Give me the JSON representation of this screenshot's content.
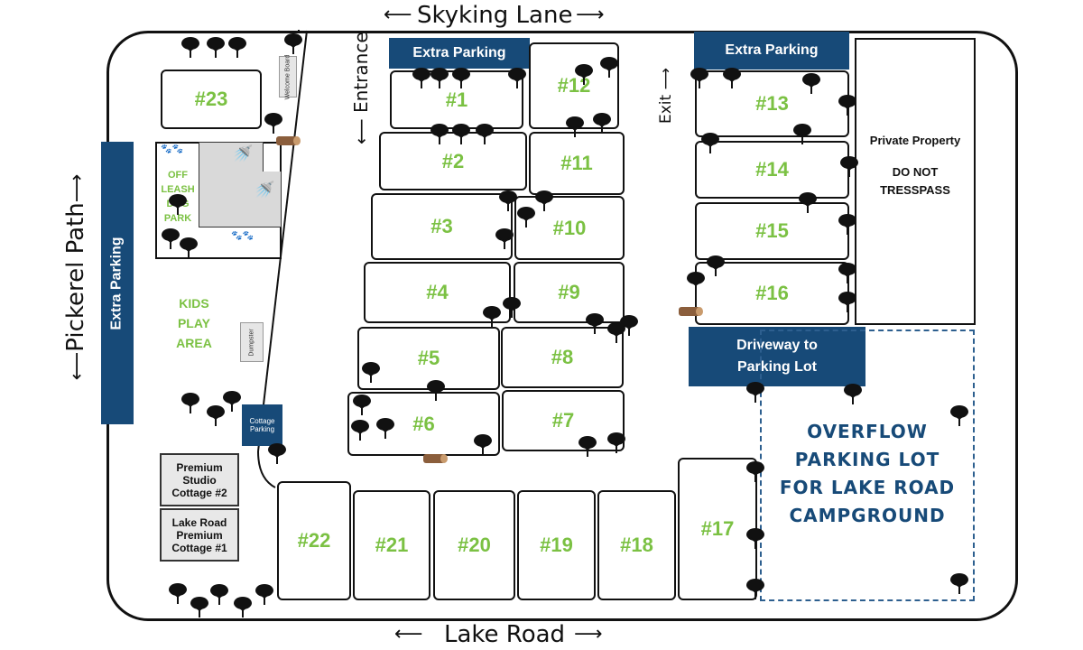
{
  "roads": {
    "top": "Skyking Lane",
    "bottom": "Lake Road",
    "left": "Pickerel Path",
    "entrance": "Entrance",
    "exit": "Exit"
  },
  "banners": {
    "extra_parking_left": "Extra Parking",
    "extra_parking_top_center": "Extra Parking",
    "extra_parking_top_right": "Extra Parking",
    "driveway": "Driveway to Parking Lot",
    "cottage_parking": "Cottage Parking"
  },
  "sites": [
    "#1",
    "#2",
    "#3",
    "#4",
    "#5",
    "#6",
    "#7",
    "#8",
    "#9",
    "#10",
    "#11",
    "#12",
    "#13",
    "#14",
    "#15",
    "#16",
    "#17",
    "#18",
    "#19",
    "#20",
    "#21",
    "#22",
    "#23"
  ],
  "areas": {
    "dog_park": "OFF LEASH DOG PARK",
    "kids_play": "KIDS PLAY AREA",
    "welcome_board": "Welcome Board",
    "dumpster": "Dumpster",
    "private_property_title": "Private Property",
    "private_property_note": "DO NOT TRESSPASS",
    "overflow": "OVERFLOW PARKING LOT FOR LAKE ROAD CAMPGROUND"
  },
  "cottages": {
    "studio": "Premium Studio Cottage #2",
    "lake_road": "Lake Road Premium Cottage #1"
  },
  "colors": {
    "banner": "#174a78",
    "site_label": "#7bc143"
  },
  "icons": [
    "tree-icon",
    "log-icon",
    "shower-icon",
    "paw-icon",
    "arrow-icon"
  ]
}
